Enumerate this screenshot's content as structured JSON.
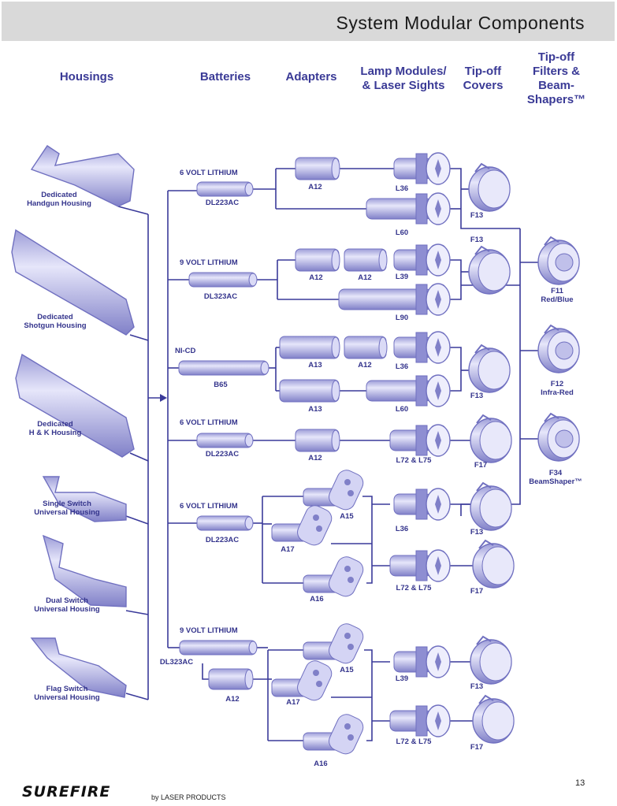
{
  "header": {
    "title": "System Modular Components"
  },
  "columns": {
    "housings": "Housings",
    "batteries": "Batteries",
    "adapters": "Adapters",
    "lamps": "Lamp Modules/\n& Laser Sights",
    "covers": "Tip-off\nCovers",
    "filters": "Tip-off\nFilters &\nBeam-\nShapers™"
  },
  "housings": [
    "Dedicated\nHandgun Housing",
    "Dedicated\nShotgun Housing",
    "Dedicated\nH & K Housing",
    "Single Switch\nUniversal Housing",
    "Dual Switch\nUniversal Housing",
    "Flag Switch\nUniversal Housing"
  ],
  "battery_types": [
    "6 VOLT LITHIUM",
    "9 VOLT LITHIUM",
    "NI-CD",
    "6 VOLT LITHIUM",
    "6 VOLT LITHIUM",
    "9 VOLT LITHIUM"
  ],
  "batteries": [
    "DL223AC",
    "DL323AC",
    "B65",
    "DL223AC",
    "DL223AC",
    "DL323AC"
  ],
  "adapters": [
    "A12",
    "A12",
    "A12",
    "A13",
    "A12",
    "A13",
    "A12",
    "A15",
    "A17",
    "A16",
    "A15",
    "A17",
    "A16",
    "A12"
  ],
  "lamps": [
    "L36",
    "L60",
    "L39",
    "L90",
    "L36",
    "L60",
    "L72 & L75",
    "L36",
    "L72 & L75",
    "L39",
    "L72 & L75"
  ],
  "covers": [
    "F13",
    "F13",
    "F13",
    "F17",
    "F13",
    "F17",
    "F13",
    "F17"
  ],
  "filters": [
    "F11\nRed/Blue",
    "F12\nInfra-Red",
    "F34\nBeamShaper™"
  ],
  "footer": {
    "brand": "SUREFIRE",
    "byline": "by LASER PRODUCTS",
    "page_number": "13"
  },
  "colors": {
    "line": "#3a3a9a",
    "text": "#34348c",
    "part_fill": "#c9c9ee",
    "part_dark": "#7070c0",
    "title_bar": "#d9d9d9"
  }
}
